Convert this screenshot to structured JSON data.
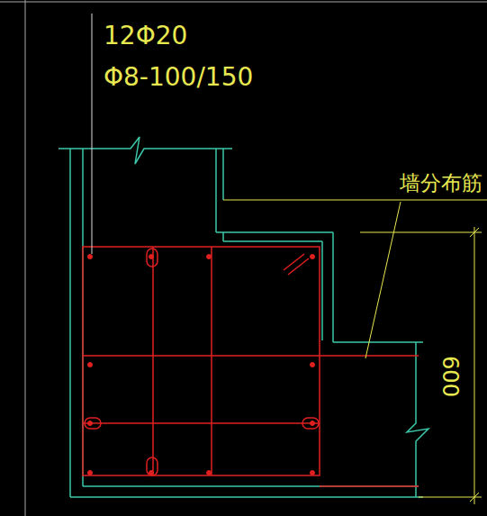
{
  "diagram": {
    "labels": [
      "12Φ20",
      "Φ8-100/150",
      "墙分布筋",
      "600"
    ]
  }
}
